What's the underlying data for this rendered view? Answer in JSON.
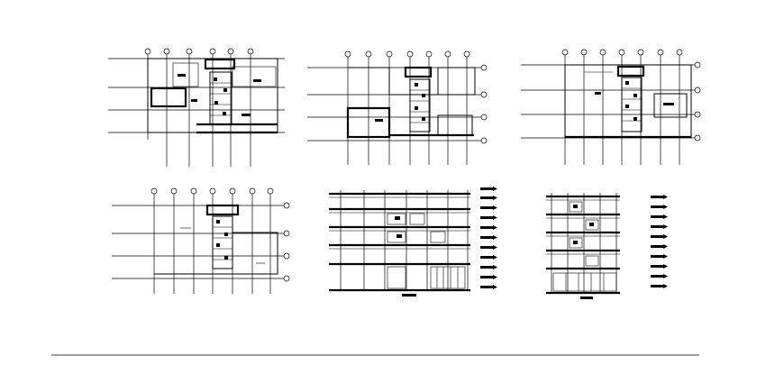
{
  "drawing": {
    "type": "architectural CAD sheet",
    "line_color": "#000000",
    "background": "#ffffff",
    "views": [
      {
        "kind": "floor-plan",
        "label": ""
      },
      {
        "kind": "floor-plan",
        "label": ""
      },
      {
        "kind": "floor-plan",
        "label": ""
      },
      {
        "kind": "floor-plan",
        "label": ""
      },
      {
        "kind": "elevation",
        "label": ""
      },
      {
        "kind": "section",
        "label": ""
      }
    ]
  }
}
